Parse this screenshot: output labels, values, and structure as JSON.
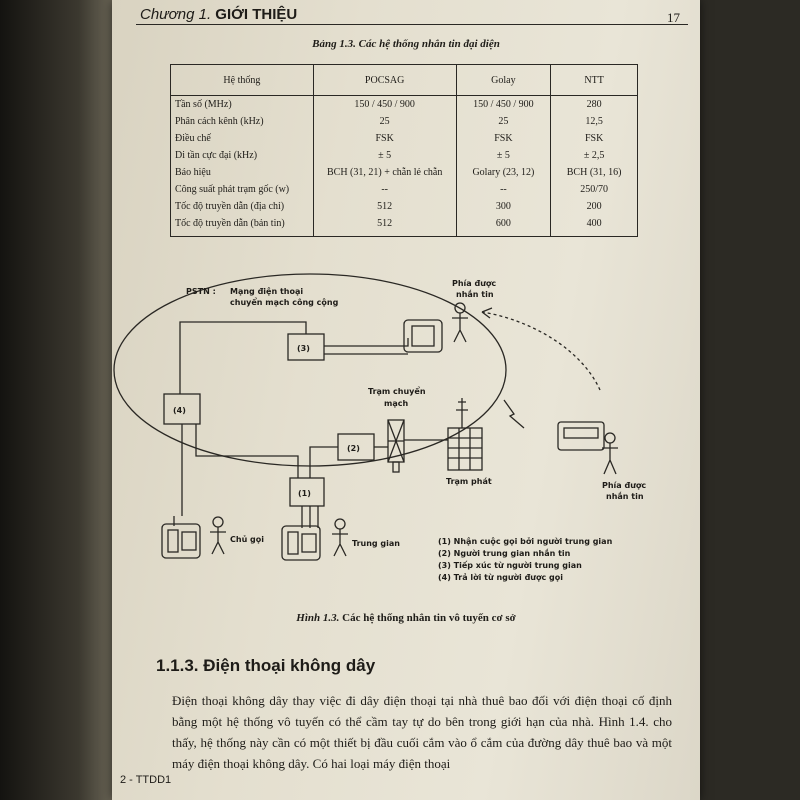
{
  "header": {
    "chapter_prefix": "Chương 1.",
    "chapter_title": "GIỚI THIỆU",
    "page_number": "17"
  },
  "table": {
    "caption_label": "Bảng 1.3.",
    "caption_text": "Các hệ thống nhắn tin đại diện",
    "columns": [
      "Hệ thống",
      "POCSAG",
      "Golay",
      "NTT"
    ],
    "rows": [
      [
        "Tần số (MHz)",
        "150 / 450 / 900",
        "150 / 450 / 900",
        "280"
      ],
      [
        "Phân cách kênh (kHz)",
        "25",
        "25",
        "12,5"
      ],
      [
        "Điều chế",
        "FSK",
        "FSK",
        "FSK"
      ],
      [
        "Di tần cực đại (kHz)",
        "± 5",
        "± 5",
        "± 2,5"
      ],
      [
        "Báo hiệu",
        "BCH (31, 21) + chẵn lẻ chẵn",
        "Golary (23, 12)",
        "BCH (31, 16)"
      ],
      [
        "Công suất phát trạm gốc (w)",
        "--",
        "--",
        "250/70"
      ],
      [
        "Tốc độ truyền dẫn (địa chỉ)",
        "512",
        "300",
        "200"
      ],
      [
        "Tốc độ truyền dẫn (bản tin)",
        "512",
        "600",
        "400"
      ]
    ]
  },
  "figure": {
    "pstn_label": "PSTN :",
    "pstn_desc_1": "Mạng điện thoại",
    "pstn_desc_2": "chuyển mạch công cộng",
    "callee_top_1": "Phía được",
    "callee_top_2": "nhắn tin",
    "callee_bottom_1": "Phía được",
    "callee_bottom_2": "nhắn tin",
    "switch_1": "Trạm chuyển",
    "switch_2": "mạch",
    "transmitter": "Trạm phát",
    "caller": "Chủ gọi",
    "operator": "Trung gian",
    "box1": "(1)",
    "box2": "(2)",
    "box3": "(3)",
    "box4": "(4)",
    "legend": [
      "(1)  Nhận cuộc gọi bởi người trung gian",
      "(2)  Người trung gian nhắn tin",
      "(3)  Tiếp xúc từ người trung gian",
      "(4)  Trả lời từ người được gọi"
    ],
    "caption_label": "Hình 1.3.",
    "caption_text": "Các hệ thống nhắn tin vô tuyến cơ sở"
  },
  "section": {
    "heading": "1.1.3. Điện thoại không dây",
    "paragraph": "Điện thoại không dây thay việc đi dây điện thoại tại nhà thuê bao đối với điện thoại cố định bằng một hệ thống vô tuyến có thể cầm tay tự do bên trong giới hạn của nhà. Hình 1.4. cho thấy, hệ thống này cần có một thiết bị đầu cuối cắm vào ổ cắm của đường dây thuê bao và một máy điện thoại không dây. Có hai loại máy điện thoại"
  },
  "footer": {
    "label": "2 - TTDD1"
  }
}
